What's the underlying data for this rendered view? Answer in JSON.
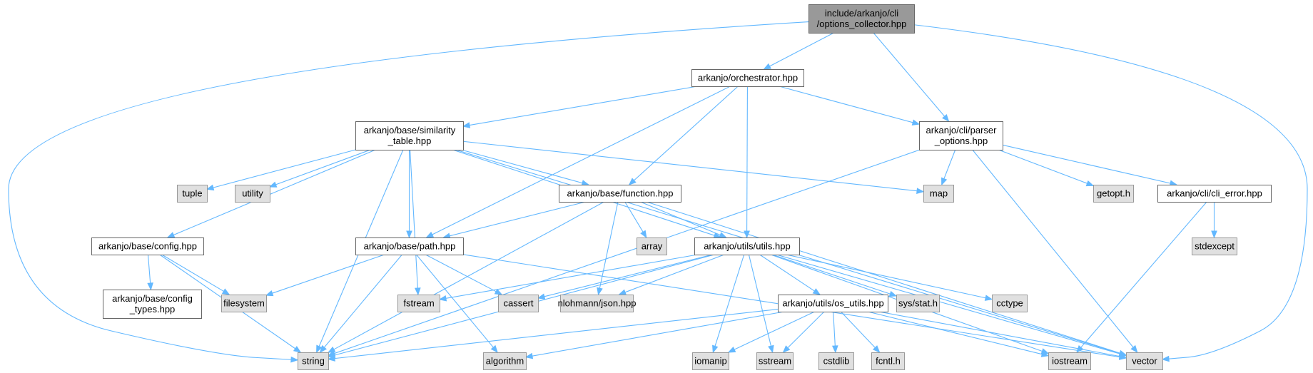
{
  "diagram": {
    "type": "include-dependency-graph",
    "colors": {
      "root_fill": "#999999",
      "root_stroke": "#666666",
      "header_fill": "#ffffff",
      "header_stroke": "#666666",
      "system_fill": "#e0e0e0",
      "system_stroke": "#999999",
      "edge": "#63b8ff"
    },
    "nodes": [
      {
        "id": "root",
        "kind": "root",
        "lines": [
          "include/arkanjo/cli",
          "/options_collector.hpp"
        ]
      },
      {
        "id": "orchestrator",
        "kind": "header",
        "lines": [
          "arkanjo/orchestrator.hpp"
        ]
      },
      {
        "id": "parser_options",
        "kind": "header",
        "lines": [
          "arkanjo/cli/parser",
          "_options.hpp"
        ]
      },
      {
        "id": "similarity_table",
        "kind": "header",
        "lines": [
          "arkanjo/base/similarity",
          "_table.hpp"
        ]
      },
      {
        "id": "function",
        "kind": "header",
        "lines": [
          "arkanjo/base/function.hpp"
        ]
      },
      {
        "id": "cli_error",
        "kind": "header",
        "lines": [
          "arkanjo/cli/cli_error.hpp"
        ]
      },
      {
        "id": "config",
        "kind": "header",
        "lines": [
          "arkanjo/base/config.hpp"
        ]
      },
      {
        "id": "path",
        "kind": "header",
        "lines": [
          "arkanjo/base/path.hpp"
        ]
      },
      {
        "id": "utils",
        "kind": "header",
        "lines": [
          "arkanjo/utils/utils.hpp"
        ]
      },
      {
        "id": "config_types",
        "kind": "header",
        "lines": [
          "arkanjo/base/config",
          "_types.hpp"
        ]
      },
      {
        "id": "os_utils",
        "kind": "header",
        "lines": [
          "arkanjo/utils/os_utils.hpp"
        ]
      },
      {
        "id": "tuple",
        "kind": "system",
        "lines": [
          "tuple"
        ]
      },
      {
        "id": "utility",
        "kind": "system",
        "lines": [
          "utility"
        ]
      },
      {
        "id": "map",
        "kind": "system",
        "lines": [
          "map"
        ]
      },
      {
        "id": "getopt",
        "kind": "system",
        "lines": [
          "getopt.h"
        ]
      },
      {
        "id": "stdexcept",
        "kind": "system",
        "lines": [
          "stdexcept"
        ]
      },
      {
        "id": "array",
        "kind": "system",
        "lines": [
          "array"
        ]
      },
      {
        "id": "filesystem",
        "kind": "system",
        "lines": [
          "filesystem"
        ]
      },
      {
        "id": "fstream",
        "kind": "system",
        "lines": [
          "fstream"
        ]
      },
      {
        "id": "cassert",
        "kind": "system",
        "lines": [
          "cassert"
        ]
      },
      {
        "id": "json",
        "kind": "system",
        "lines": [
          "nlohmann/json.hpp"
        ]
      },
      {
        "id": "sysstat",
        "kind": "system",
        "lines": [
          "sys/stat.h"
        ]
      },
      {
        "id": "cctype",
        "kind": "system",
        "lines": [
          "cctype"
        ]
      },
      {
        "id": "string",
        "kind": "system",
        "lines": [
          "string"
        ]
      },
      {
        "id": "algorithm",
        "kind": "system",
        "lines": [
          "algorithm"
        ]
      },
      {
        "id": "iomanip",
        "kind": "system",
        "lines": [
          "iomanip"
        ]
      },
      {
        "id": "sstream",
        "kind": "system",
        "lines": [
          "sstream"
        ]
      },
      {
        "id": "cstdlib",
        "kind": "system",
        "lines": [
          "cstdlib"
        ]
      },
      {
        "id": "fcntl",
        "kind": "system",
        "lines": [
          "fcntl.h"
        ]
      },
      {
        "id": "iostream",
        "kind": "system",
        "lines": [
          "iostream"
        ]
      },
      {
        "id": "vector",
        "kind": "system",
        "lines": [
          "vector"
        ]
      }
    ],
    "edges": [
      {
        "from": "root",
        "to": "orchestrator"
      },
      {
        "from": "root",
        "to": "parser_options"
      },
      {
        "from": "root",
        "to": "string"
      },
      {
        "from": "root",
        "to": "vector"
      },
      {
        "from": "orchestrator",
        "to": "similarity_table"
      },
      {
        "from": "orchestrator",
        "to": "parser_options"
      },
      {
        "from": "orchestrator",
        "to": "path"
      },
      {
        "from": "orchestrator",
        "to": "function"
      },
      {
        "from": "orchestrator",
        "to": "utils"
      },
      {
        "from": "parser_options",
        "to": "string"
      },
      {
        "from": "parser_options",
        "to": "map"
      },
      {
        "from": "parser_options",
        "to": "getopt"
      },
      {
        "from": "parser_options",
        "to": "cli_error"
      },
      {
        "from": "parser_options",
        "to": "vector"
      },
      {
        "from": "cli_error",
        "to": "stdexcept"
      },
      {
        "from": "cli_error",
        "to": "iostream"
      },
      {
        "from": "similarity_table",
        "to": "config"
      },
      {
        "from": "similarity_table",
        "to": "tuple"
      },
      {
        "from": "similarity_table",
        "to": "utility"
      },
      {
        "from": "similarity_table",
        "to": "string"
      },
      {
        "from": "similarity_table",
        "to": "fstream"
      },
      {
        "from": "similarity_table",
        "to": "path"
      },
      {
        "from": "similarity_table",
        "to": "function"
      },
      {
        "from": "similarity_table",
        "to": "utils"
      },
      {
        "from": "similarity_table",
        "to": "map"
      },
      {
        "from": "similarity_table",
        "to": "vector"
      },
      {
        "from": "config",
        "to": "config_types"
      },
      {
        "from": "config",
        "to": "filesystem"
      },
      {
        "from": "config",
        "to": "string"
      },
      {
        "from": "function",
        "to": "path"
      },
      {
        "from": "function",
        "to": "array"
      },
      {
        "from": "function",
        "to": "utils"
      },
      {
        "from": "function",
        "to": "json"
      },
      {
        "from": "function",
        "to": "string"
      },
      {
        "from": "function",
        "to": "vector"
      },
      {
        "from": "path",
        "to": "filesystem"
      },
      {
        "from": "path",
        "to": "cassert"
      },
      {
        "from": "path",
        "to": "string"
      },
      {
        "from": "path",
        "to": "algorithm"
      },
      {
        "from": "path",
        "to": "vector"
      },
      {
        "from": "utils",
        "to": "fstream"
      },
      {
        "from": "utils",
        "to": "cassert"
      },
      {
        "from": "utils",
        "to": "json"
      },
      {
        "from": "utils",
        "to": "os_utils"
      },
      {
        "from": "utils",
        "to": "sysstat"
      },
      {
        "from": "utils",
        "to": "cctype"
      },
      {
        "from": "utils",
        "to": "string"
      },
      {
        "from": "utils",
        "to": "iomanip"
      },
      {
        "from": "utils",
        "to": "sstream"
      },
      {
        "from": "utils",
        "to": "iostream"
      },
      {
        "from": "utils",
        "to": "vector"
      },
      {
        "from": "os_utils",
        "to": "string"
      },
      {
        "from": "os_utils",
        "to": "algorithm"
      },
      {
        "from": "os_utils",
        "to": "iomanip"
      },
      {
        "from": "os_utils",
        "to": "sstream"
      },
      {
        "from": "os_utils",
        "to": "cstdlib"
      },
      {
        "from": "os_utils",
        "to": "fcntl"
      },
      {
        "from": "os_utils",
        "to": "iostream"
      },
      {
        "from": "os_utils",
        "to": "vector"
      }
    ]
  }
}
